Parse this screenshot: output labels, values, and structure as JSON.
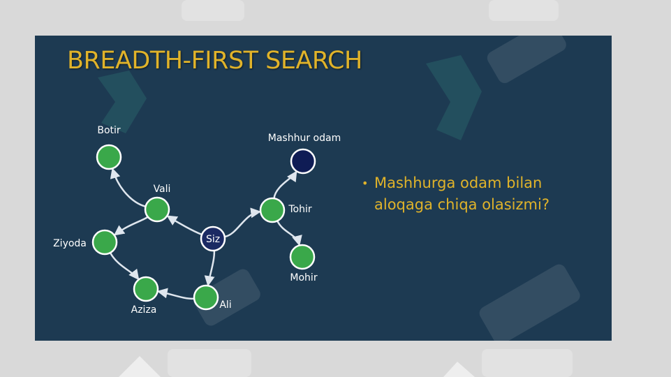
{
  "slide": {
    "title": "BREADTH-FIRST SEARCH",
    "bullet": {
      "line1": "Mashhurga odam bilan",
      "line2": "aloqaga chiqa olasizmi?"
    }
  },
  "graph": {
    "nodes": [
      {
        "id": "botir",
        "label": "Botir",
        "type": "friend"
      },
      {
        "id": "vali",
        "label": "Vali",
        "type": "friend"
      },
      {
        "id": "ziyoda",
        "label": "Ziyoda",
        "type": "friend"
      },
      {
        "id": "aziza",
        "label": "Aziza",
        "type": "friend"
      },
      {
        "id": "ali",
        "label": "Ali",
        "type": "friend"
      },
      {
        "id": "siz",
        "label": "Siz",
        "type": "self"
      },
      {
        "id": "tohir",
        "label": "Tohir",
        "type": "friend"
      },
      {
        "id": "mohir",
        "label": "Mohir",
        "type": "friend"
      },
      {
        "id": "mashhur",
        "label": "Mashhur odam",
        "type": "target"
      }
    ],
    "edges": [
      {
        "from": "siz",
        "to": "vali"
      },
      {
        "from": "siz",
        "to": "tohir"
      },
      {
        "from": "siz",
        "to": "ali"
      },
      {
        "from": "vali",
        "to": "botir"
      },
      {
        "from": "vali",
        "to": "ziyoda"
      },
      {
        "from": "ziyoda",
        "to": "aziza"
      },
      {
        "from": "ali",
        "to": "aziza"
      },
      {
        "from": "tohir",
        "to": "mashhur"
      },
      {
        "from": "tohir",
        "to": "mohir"
      }
    ]
  },
  "colors": {
    "background": "#1d3a52",
    "title": "#e0b32a",
    "friend_node": "#3aa84a",
    "self_node": "#1b2a63",
    "target_node": "#0f1c55",
    "node_border": "#ffffff",
    "edge": "#dfe6ee"
  }
}
